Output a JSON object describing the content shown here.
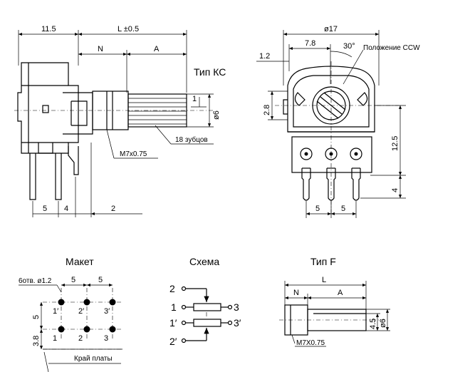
{
  "side_view": {
    "title": "Тип КС",
    "dim_left": "11.5",
    "dim_L": "L ±0.5",
    "dim_N": "N",
    "dim_A": "A",
    "dim_1": "1",
    "dim_diam6": "ø6",
    "label_teeth": "18 зубцов",
    "label_thread": "M7x0.75",
    "dim_bottom_1": "5",
    "dim_bottom_2": "4",
    "dim_bottom_3": "2"
  },
  "front_view": {
    "dim_diam17": "ø17",
    "dim_7_8": "7.8",
    "dim_angle": "30°",
    "label_ccw": "Положение CCW",
    "dim_1_2": "1.2",
    "dim_2_8": "2.8",
    "dim_12_5": "12.5",
    "dim_4": "4",
    "dim_bottom_1": "5",
    "dim_bottom_2": "5"
  },
  "layout_view": {
    "title": "Макет",
    "holes_label": "6отв. ø1.2",
    "dim_5a": "5",
    "dim_5b": "5",
    "dim_5v": "5",
    "dim_3_8": "3.8",
    "pin_labels_top": [
      "1′",
      "2′",
      "3′"
    ],
    "pin_labels_bottom": [
      "1",
      "2",
      "3"
    ],
    "edge_label": "Край платы"
  },
  "schema_view": {
    "title": "Схема",
    "pins": [
      "2",
      "1",
      "3",
      "1′",
      "3′",
      "2′"
    ]
  },
  "typef_view": {
    "title": "Тип F",
    "dim_N": "N",
    "dim_L": "L",
    "dim_A": "A",
    "dim_4_5": "4.5",
    "dim_diam6": "ø6",
    "label_thread": "M7X0.75"
  }
}
